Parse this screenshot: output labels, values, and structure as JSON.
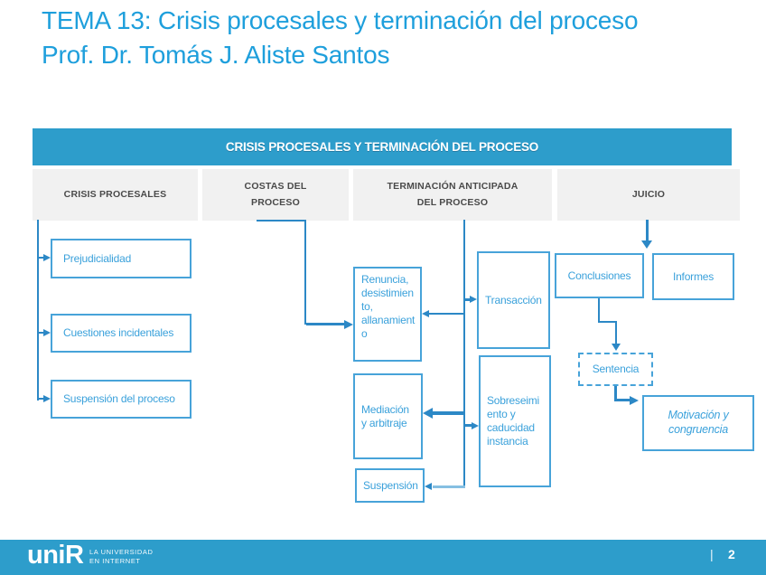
{
  "slide": {
    "title": "TEMA 13: Crisis procesales y terminación del proceso",
    "subtitle": "Prof. Dr. Tomás J. Aliste Santos"
  },
  "diagram": {
    "banner": "CRISIS PROCESALES Y TERMINACIÓN DEL PROCESO",
    "columns": [
      {
        "label": "CRISIS PROCESALES"
      },
      {
        "label": "COSTAS DEL PROCESO"
      },
      {
        "label": "TERMINACIÓN ANTICIPADA DEL PROCESO"
      },
      {
        "label": "JUICIO"
      }
    ],
    "nodes": {
      "prejudicialidad": "Prejudicialidad",
      "cuestiones": "Cuestiones incidentales",
      "suspension_proceso": "Suspensión del proceso",
      "renuncia": "Renuncia, desistimiento, allanamiento",
      "transaccion": "Transacción",
      "mediacion": "Mediación y arbitraje",
      "sobreseimiento": "Sobreseimiento y caducidad instancia",
      "suspension": "Suspensión",
      "conclusiones": "Conclusiones",
      "informes": "Informes",
      "sentencia": "Sentencia",
      "motivacion": "Motivación y congruencia"
    }
  },
  "footer": {
    "logo": "uniR",
    "tagline_line1": "LA UNIVERSIDAD",
    "tagline_line2": "EN INTERNET",
    "separator": "|",
    "page_number": "2"
  },
  "colors": {
    "title_blue": "#1E9FDC",
    "banner_blue": "#2D9DCB",
    "footer_blue": "#2D9DCB",
    "box_border_blue": "#47A3D9",
    "box_text_blue": "#3AA1DB",
    "arrow_blue": "#2C88C6",
    "arrow_light_blue": "#85BFE2",
    "column_header_bg": "#F1F1F1",
    "column_header_text": "#4A4A4A"
  }
}
